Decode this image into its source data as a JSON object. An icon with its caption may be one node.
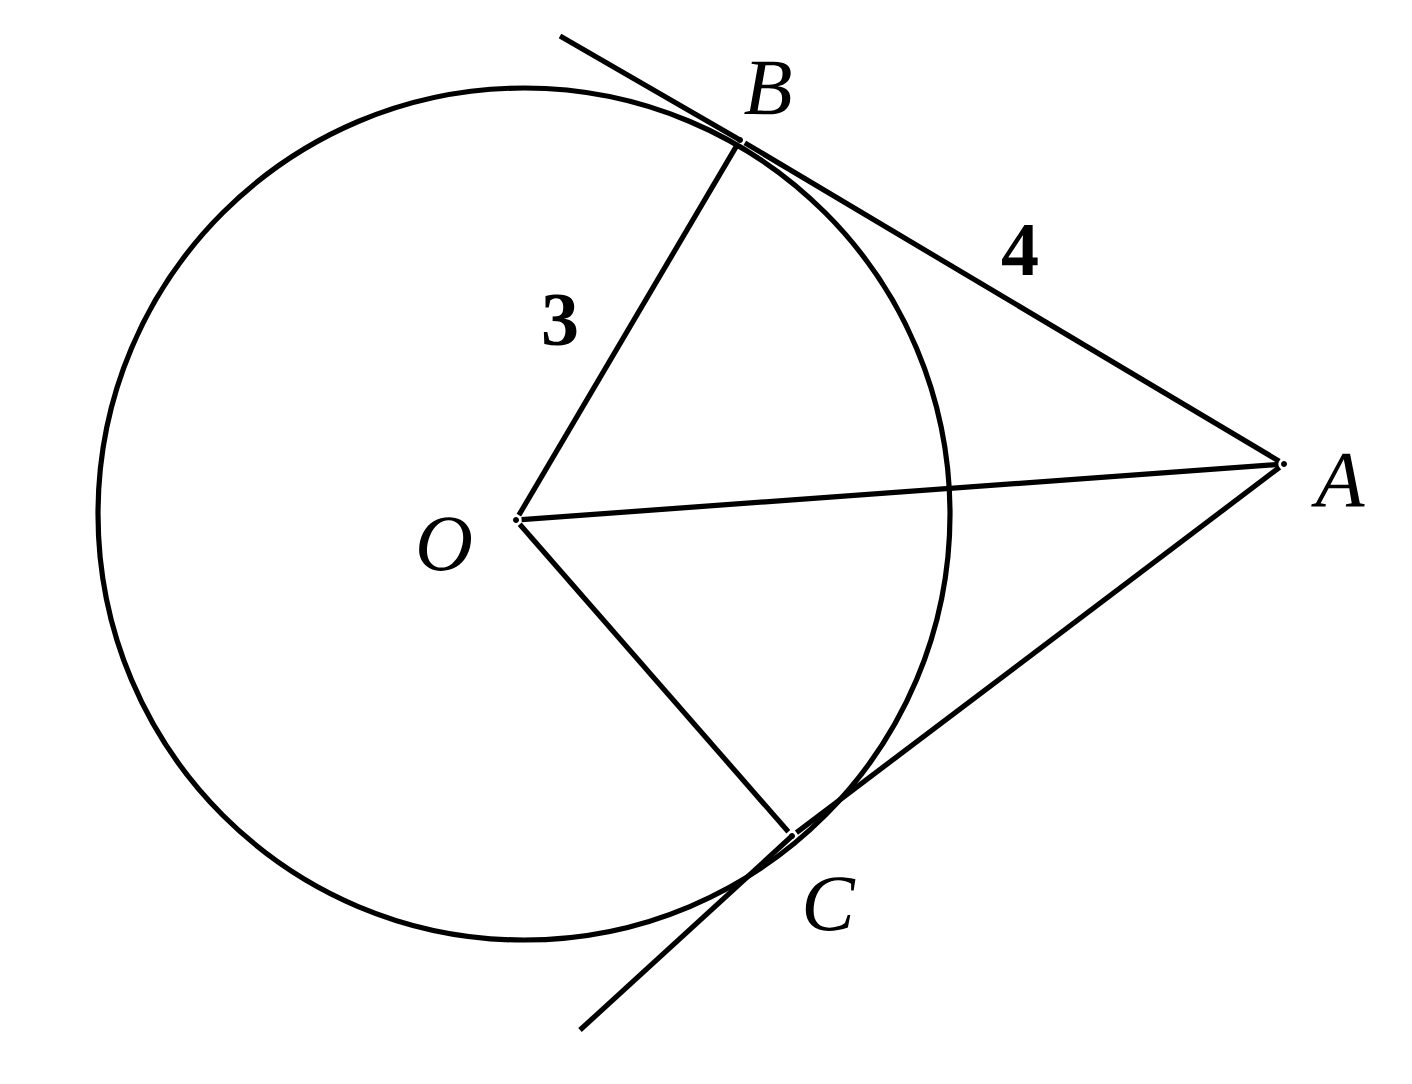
{
  "diagram": {
    "nodes": [
      {
        "text": [],
        "shape": "point",
        "beside": [
          "O"
        ]
      },
      {
        "text": [],
        "shape": "point",
        "beside": [
          "B"
        ]
      },
      {
        "text": [],
        "shape": "point",
        "beside": [
          "A"
        ]
      },
      {
        "text": [],
        "shape": "point",
        "beside": [
          "C"
        ]
      }
    ],
    "edges": [
      {
        "from": 0,
        "to": 1,
        "arrow": "none",
        "label": "3"
      },
      {
        "from": 1,
        "to": 2,
        "arrow": "none",
        "label": "4"
      },
      {
        "from": 0,
        "to": 2,
        "arrow": "none"
      },
      {
        "from": 0,
        "to": 3,
        "arrow": "none"
      },
      {
        "from": 3,
        "to": 2,
        "arrow": "none"
      }
    ]
  }
}
